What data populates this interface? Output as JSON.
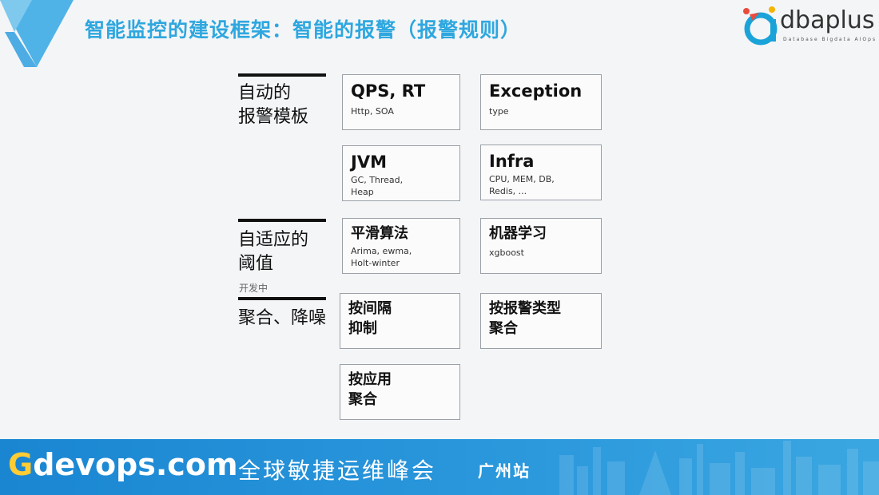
{
  "header": {
    "title": "智能监控的建设框架：智能的报警（报警规则）",
    "brand_name": "dbaplus",
    "brand_sub": "Database  Bigdata  AIOps"
  },
  "colors": {
    "title": "#2ea7df",
    "footer": "#1f8ed6",
    "accent_yellow": "#ffcc33"
  },
  "sections": [
    {
      "label_lines": [
        "自动的",
        "报警模板"
      ]
    },
    {
      "label_lines": [
        "自适应的",
        "阈值"
      ],
      "note": "开发中"
    },
    {
      "label_lines": [
        "聚合、降噪"
      ]
    }
  ],
  "cards": {
    "qps": {
      "title": "QPS, RT",
      "sub": "Http, SOA"
    },
    "exception": {
      "title": "Exception",
      "sub": "type"
    },
    "jvm": {
      "title": "JVM",
      "sub_lines": [
        "GC, Thread,",
        "Heap"
      ]
    },
    "infra": {
      "title": "Infra",
      "sub_lines": [
        "CPU, MEM, DB,",
        "Redis, ..."
      ]
    },
    "smooth": {
      "title": "平滑算法",
      "sub_lines": [
        "Arima, ewma,",
        "Holt-winter"
      ]
    },
    "ml": {
      "title": "机器学习",
      "sub": "xgboost"
    },
    "interval": {
      "title_lines": [
        "按间隔",
        "抑制"
      ]
    },
    "alert_type": {
      "title_lines": [
        "按报警类型",
        "聚合"
      ]
    },
    "by_app": {
      "title_lines": [
        "按应用",
        "聚合"
      ]
    }
  },
  "footer": {
    "logo_g": "G",
    "logo_rest": "devops.com",
    "text": "全球敏捷运维峰会",
    "city": "广州站"
  }
}
